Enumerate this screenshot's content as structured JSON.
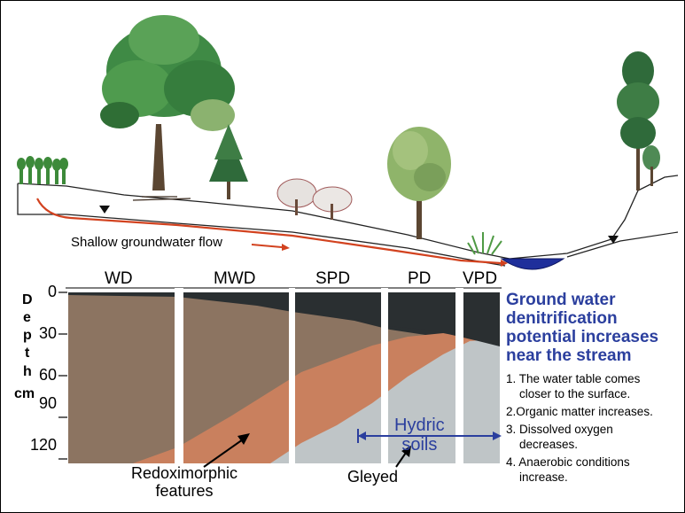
{
  "landscape": {
    "flow_label": "Shallow groundwater flow"
  },
  "profile": {
    "columns": [
      "WD",
      "MWD",
      "SPD",
      "PD",
      "VPD"
    ],
    "depth_axis_letters": [
      "D",
      "e",
      "p",
      "t",
      "h"
    ],
    "depth_unit": "cm",
    "ticks": [
      "0",
      "30",
      "60",
      "90",
      "120"
    ]
  },
  "annotations": {
    "redox": "Redoximorphic\nfeatures",
    "gleyed": "Gleyed",
    "hydric": "Hydric\nsoils"
  },
  "sidebar": {
    "title": "Ground water\ndenitrification\npotential increases\nnear the stream",
    "notes": [
      "1. The water table comes\n    closer to the surface.",
      "2.Organic matter increases.",
      "3. Dissolved oxygen\n    decreases.",
      "4. Anaerobic conditions\n    increase."
    ]
  },
  "colors": {
    "brown": "#8c7461",
    "orange": "#c9805e",
    "gley": "#bfc5c7",
    "dark": "#2a2f31",
    "flow": "#d2421f",
    "stream": "#1f2f9b",
    "accent_blue": "#2b3f9e"
  }
}
